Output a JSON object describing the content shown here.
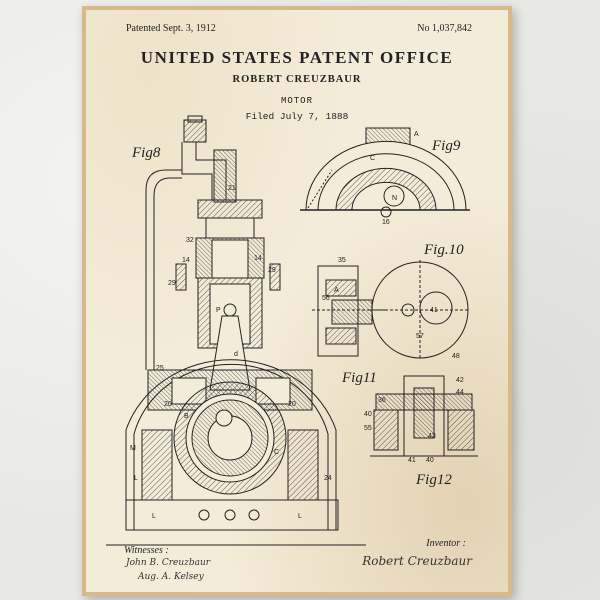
{
  "header": {
    "patented": "Patented Sept. 3, 1912",
    "number": "No 1,037,842"
  },
  "title": "UNITED STATES PATENT OFFICE",
  "inventor_name": "ROBERT CREUZBAUR",
  "invention": "MOTOR",
  "filed": "Filed July 7, 1888",
  "figures": {
    "fig8": "Fig8",
    "fig9": "Fig9",
    "fig10": "Fig.10",
    "fig11": "Fig11",
    "fig12": "Fig12"
  },
  "footer": {
    "witnesses_label": "Witnesses :",
    "inventor_label": "Inventor :",
    "witness_sig_1": "John B. Creuzbaur",
    "witness_sig_2": "Aug. A. Kelsey",
    "inventor_sig": "Robert Creuzbaur"
  },
  "colors": {
    "paper": "#f3ecd8",
    "frame": "#d9b98a",
    "ink": "#222222"
  }
}
